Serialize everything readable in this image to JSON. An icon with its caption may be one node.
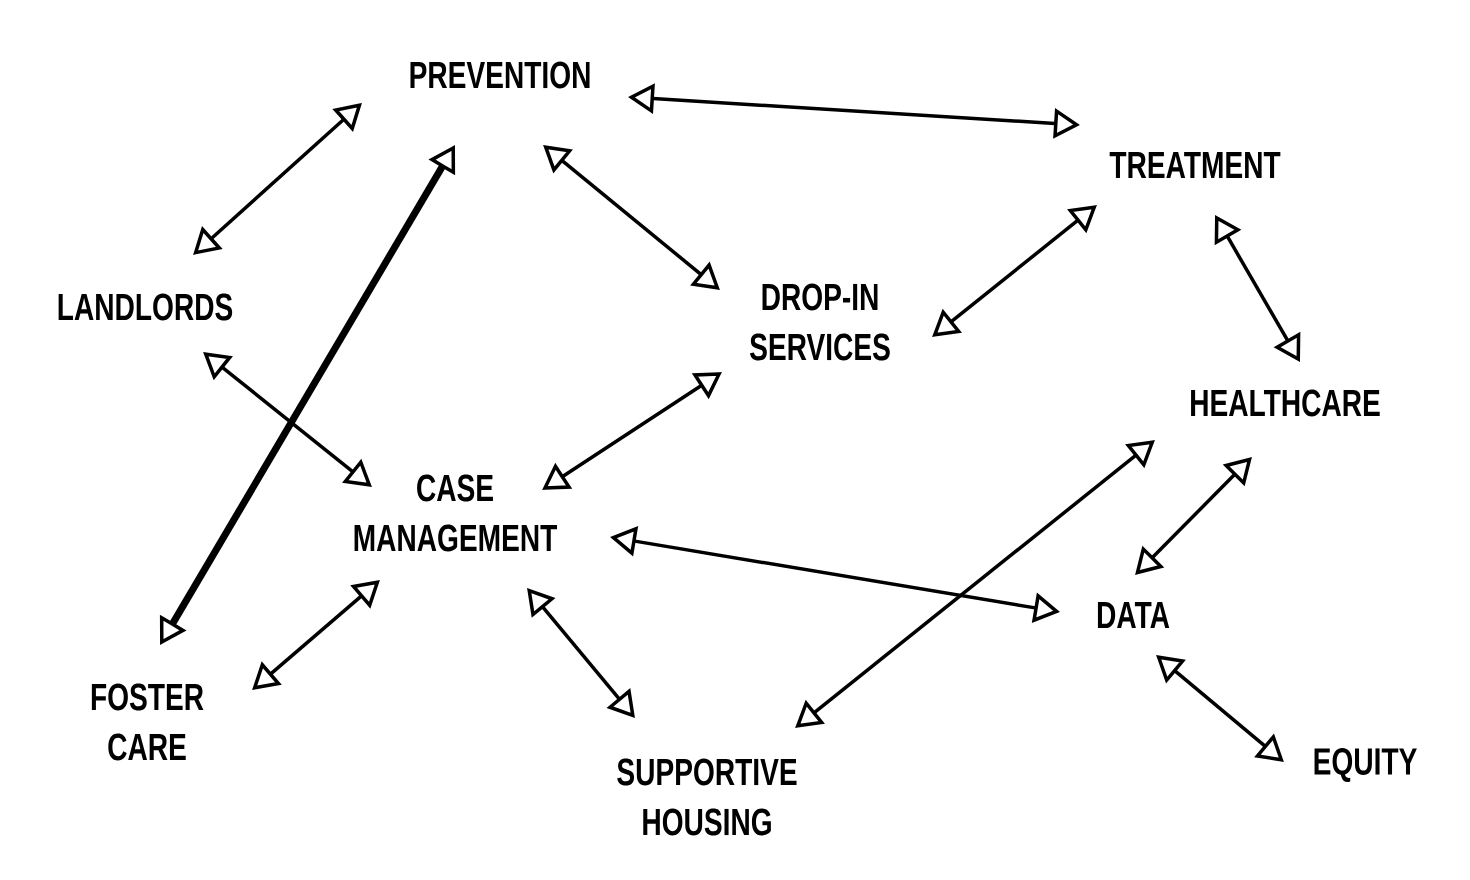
{
  "diagram": {
    "nodes": [
      {
        "text": [
          "PREVENTION"
        ]
      },
      {
        "text": [
          "TREATMENT"
        ]
      },
      {
        "text": [
          "LANDLORDS"
        ]
      },
      {
        "text": [
          "DROP-IN SERVICES"
        ]
      },
      {
        "text": [
          "HEALTHCARE"
        ]
      },
      {
        "text": [
          "CASE MANAGEMENT"
        ]
      },
      {
        "text": [
          "DATA"
        ]
      },
      {
        "text": [
          "FOSTER CARE"
        ]
      },
      {
        "text": [
          "SUPPORTIVE HOUSING"
        ]
      },
      {
        "text": [
          "EQUITY"
        ]
      }
    ],
    "edges": [
      {
        "from": 0,
        "to": 1,
        "arrow": "both"
      },
      {
        "from": 0,
        "to": 2,
        "arrow": "both"
      },
      {
        "from": 0,
        "to": 7,
        "arrow": "both",
        "style": "thick"
      },
      {
        "from": 0,
        "to": 3,
        "arrow": "both"
      },
      {
        "from": 1,
        "to": 3,
        "arrow": "both"
      },
      {
        "from": 1,
        "to": 4,
        "arrow": "both"
      },
      {
        "from": 2,
        "to": 5,
        "arrow": "both"
      },
      {
        "from": 3,
        "to": 5,
        "arrow": "both"
      },
      {
        "from": 5,
        "to": 6,
        "arrow": "both"
      },
      {
        "from": 5,
        "to": 7,
        "arrow": "both"
      },
      {
        "from": 5,
        "to": 8,
        "arrow": "both"
      },
      {
        "from": 4,
        "to": 8,
        "arrow": "both"
      },
      {
        "from": 4,
        "to": 6,
        "arrow": "both"
      },
      {
        "from": 6,
        "to": 9,
        "arrow": "both"
      }
    ]
  }
}
